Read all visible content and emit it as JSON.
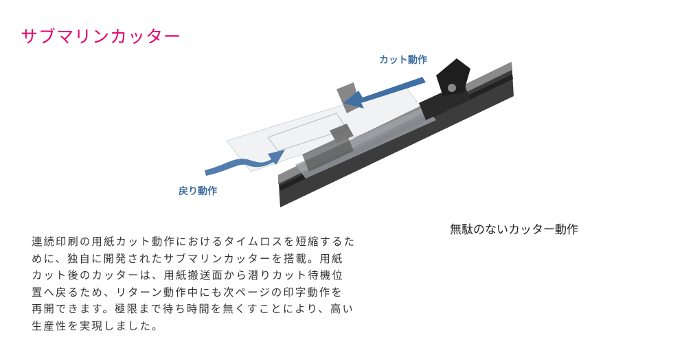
{
  "title": "サブマリンカッター",
  "diagram": {
    "cut_label": "カット動作",
    "return_label": "戻り動作",
    "arrow_color": "#3f6fa3"
  },
  "caption": "無駄のないカッター動作",
  "description_lines": [
    "連続印刷の用紙カット動作におけるタイムロスを短縮するた",
    "めに、独自に開発されたサブマリンカッターを搭載。用紙",
    "カット後のカッターは、用紙搬送面から潜りカット待機位",
    "置へ戻るため、リターン動作中にも次ページの印字動作を",
    "再開できます。極限まで待ち時間を無くすことにより、高い",
    "生産性を実現しました。"
  ]
}
